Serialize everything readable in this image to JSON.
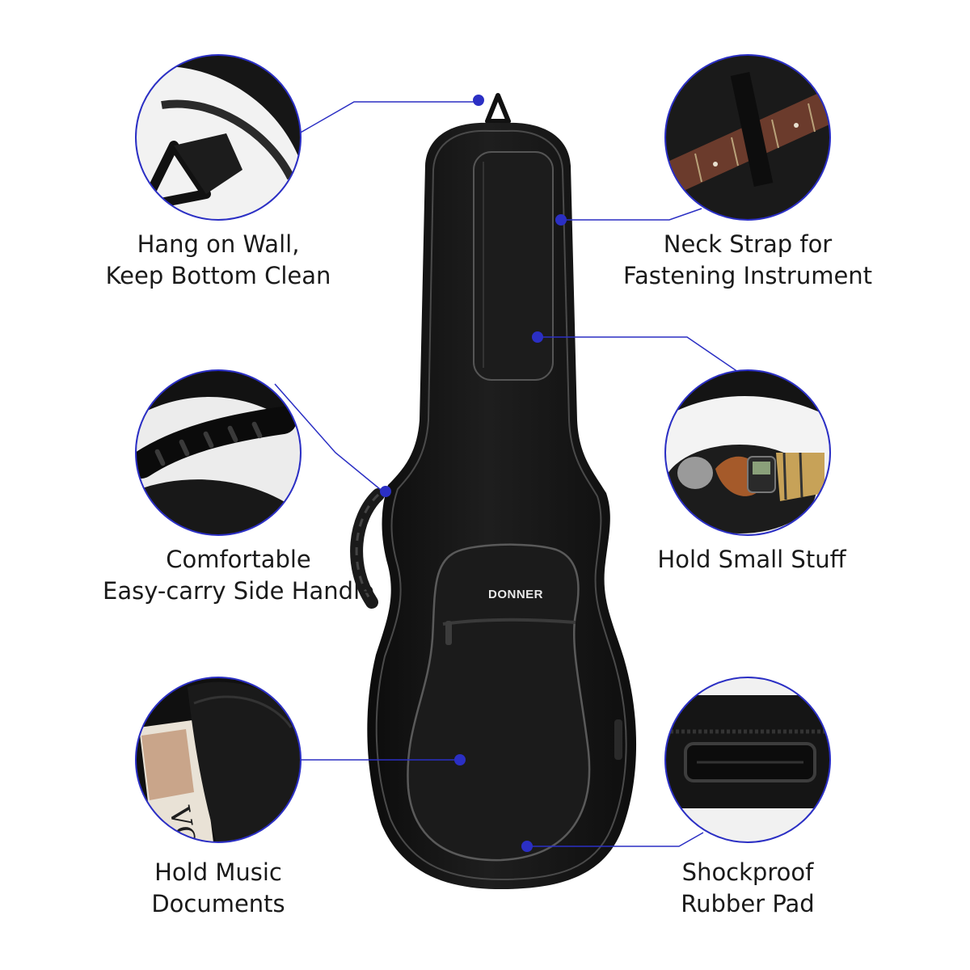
{
  "brand": {
    "logo_text": "DONNER"
  },
  "colors": {
    "accent": "#2b2fc4",
    "bag": "#151515",
    "bag_panel": "#1d1d1d",
    "piping": "#5a5a5a",
    "caption": "#1a1a1a",
    "background": "#ffffff"
  },
  "features": [
    {
      "id": "hang",
      "line1": "Hang on Wall,",
      "line2": "Keep Bottom Clean"
    },
    {
      "id": "neck-strap",
      "line1": "Neck Strap for",
      "line2": "Fastening Instrument"
    },
    {
      "id": "side-handle",
      "line1": "Comfortable",
      "line2": "Easy-carry Side Handle"
    },
    {
      "id": "small-stuff",
      "line1": "Hold Small Stuff",
      "line2": ""
    },
    {
      "id": "music-docs",
      "line1": "Hold Music",
      "line2": "Documents"
    },
    {
      "id": "rubber-pad",
      "line1": "Shockproof",
      "line2": "Rubber Pad"
    }
  ]
}
